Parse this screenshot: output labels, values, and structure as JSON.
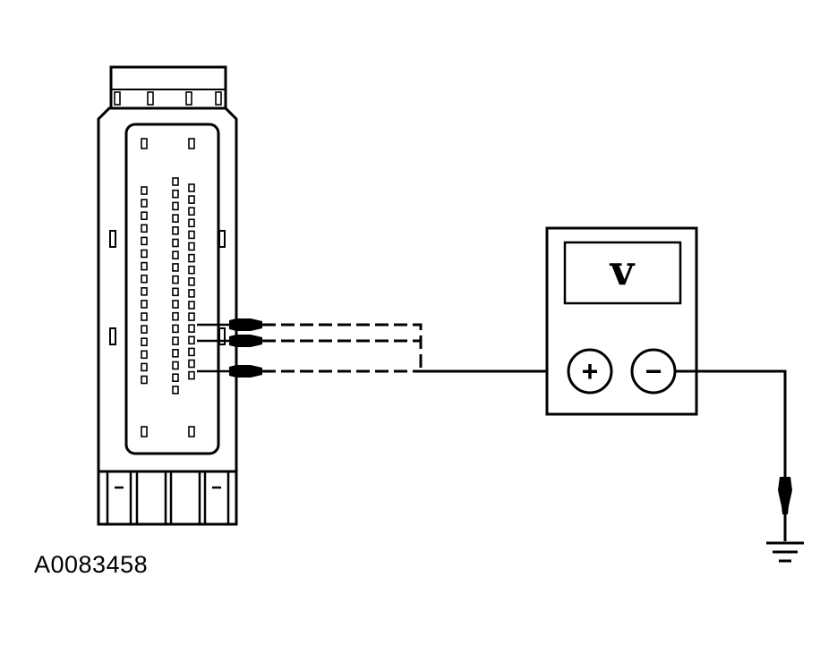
{
  "figure": {
    "id_label": "A0083458"
  },
  "multimeter": {
    "display_symbol": "v",
    "positive_terminal": "+",
    "negative_terminal": "−"
  },
  "connector": {
    "left_column_pins": 16,
    "middle_column_pins": 18,
    "right_column_pins": 17
  },
  "colors": {
    "stroke": "#000000",
    "background": "#ffffff"
  }
}
